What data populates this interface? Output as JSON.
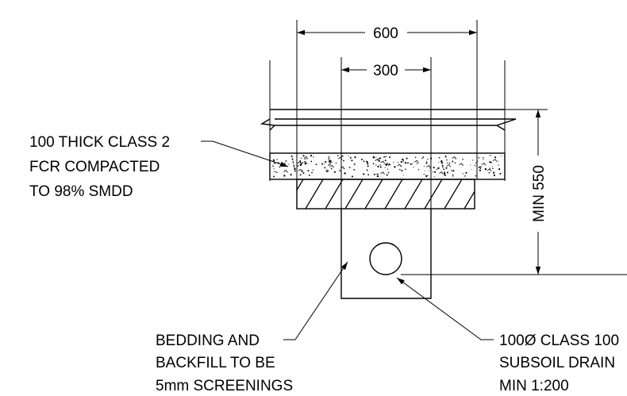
{
  "dimensions": {
    "overall_width": "600",
    "inner_width": "300",
    "min_depth": "MIN 550"
  },
  "notes": {
    "base_course": [
      "100 THICK CLASS 2",
      "FCR COMPACTED",
      "TO 98% SMDD"
    ],
    "bedding": [
      "BEDDING AND",
      "BACKFILL TO BE",
      "5mm SCREENINGS"
    ],
    "subsoil_drain": [
      "100Ø CLASS 100",
      "SUBSOIL DRAIN",
      "MIN 1:200"
    ]
  }
}
